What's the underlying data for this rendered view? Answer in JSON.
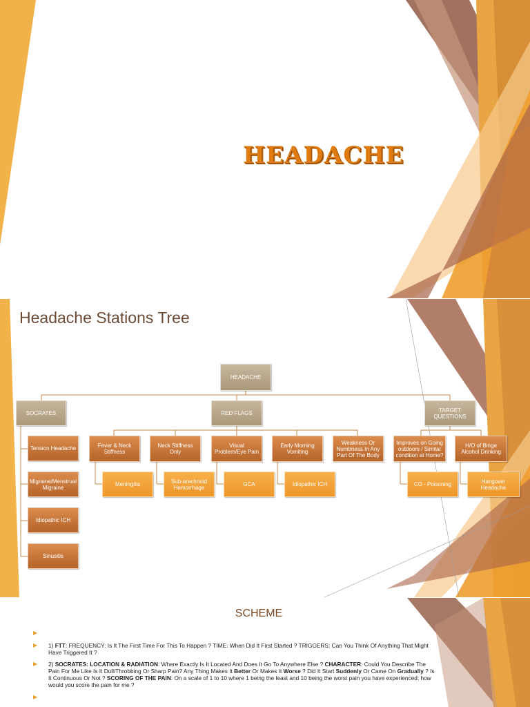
{
  "slide1": {
    "title": "HEADACHE"
  },
  "slide2": {
    "title": "Headache Stations Tree",
    "root": "HEADACHE",
    "branches": {
      "socrates": {
        "label": "SOCRATES",
        "children": [
          "Tension Headache",
          "Migraine/Menstrual Migraine",
          "Idiopathic ICH",
          "Sinusitis"
        ]
      },
      "red_flags": {
        "label": "RED FLAGS",
        "children": [
          {
            "label": "Fever & Neck Stiffness",
            "sub": "Meningitis"
          },
          {
            "label": "Neck Stiffness Only",
            "sub": "Sub-arachnoid Hemorrhage"
          },
          {
            "label": "Visual Problem/Eye Pain",
            "sub": "GCA"
          },
          {
            "label": "Early Morning Vomiting",
            "sub": "Idiopathic ICH"
          },
          {
            "label": "Weakness Or Numbness In Any Part Of The Body",
            "sub": ""
          }
        ]
      },
      "target": {
        "label": "TARGET QUESTIONS",
        "children": [
          {
            "label": "Improves on Going outdoors / Similar condition at Home?",
            "sub": "CO - Poisoning"
          },
          {
            "label": "H/O of Binge Alcohol Drinking",
            "sub": "Hangover Headache"
          }
        ]
      }
    }
  },
  "slide3": {
    "title": "SCHEME",
    "items": [
      {
        "parts": []
      },
      {
        "parts": [
          {
            "t": "1) ",
            "b": false
          },
          {
            "t": "FTT",
            "b": true
          },
          {
            "t": ": ",
            "b": false
          },
          {
            "t": "FREQUENCY",
            "b": false
          },
          {
            "t": ": Is It The First Time For This To Happen ?  ",
            "b": false
          },
          {
            "t": "TIME",
            "b": false
          },
          {
            "t": ": When Did It First Started ?  ",
            "b": false
          },
          {
            "t": "TRIGGERS",
            "b": false
          },
          {
            "t": ": Can You Think Of Anything That Might Have Triggered It ?",
            "b": false
          }
        ]
      },
      {
        "parts": [
          {
            "t": "2) ",
            "b": false
          },
          {
            "t": "SOCRATES: LOCATION & RADIATION",
            "b": true
          },
          {
            "t": ": Where Exactly Is It Located And Does It Go To Anywhere Else ?  ",
            "b": false
          },
          {
            "t": "CHARACTER",
            "b": true
          },
          {
            "t": ": Could You Describe The Pain For Me Like Is It Dull/Throbbing Or Sharp Pain? Any Thing Makes It ",
            "b": false
          },
          {
            "t": "Better",
            "b": true
          },
          {
            "t": " Or Makes It ",
            "b": false
          },
          {
            "t": "Worse",
            "b": true
          },
          {
            "t": " ?  Did It Start ",
            "b": false
          },
          {
            "t": "Suddenly",
            "b": true
          },
          {
            "t": " Or Came On  ",
            "b": false
          },
          {
            "t": "Gradually",
            "b": true
          },
          {
            "t": " ? Is It Continuous Or Not ? ",
            "b": false
          },
          {
            "t": "SCORING OF THE PAIN",
            "b": true
          },
          {
            "t": ": On a scale of 1 to 10 where 1 being the least and 10 being the worst pain you have experienced; how would you score the pain for me ?",
            "b": false
          }
        ]
      },
      {
        "parts": []
      }
    ]
  }
}
